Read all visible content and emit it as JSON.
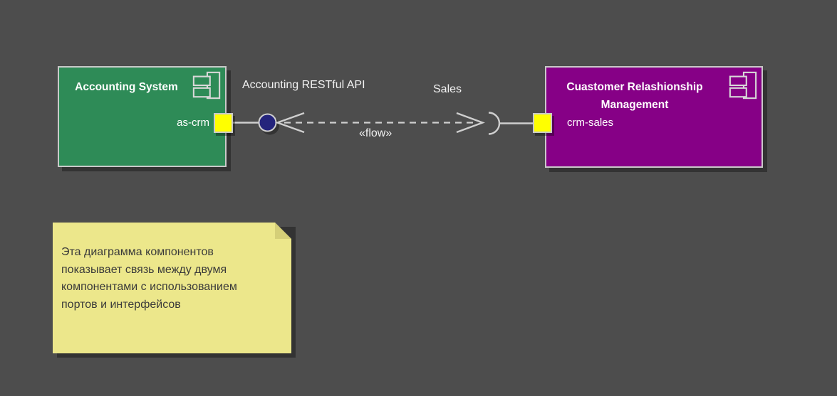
{
  "canvas": {
    "background": "#4d4d4d"
  },
  "components": {
    "accounting": {
      "title": "Accounting System",
      "fill": "#2E8B57",
      "port_label": "as-crm"
    },
    "crm": {
      "title": "Cuastomer Relashionship Management",
      "fill": "#860086",
      "port_label": "crm-sales"
    }
  },
  "connector": {
    "provided_interface_label": "Accounting RESTful API",
    "required_interface_label": "Sales",
    "stereotype": "«flow»",
    "ball_color": "#24247C",
    "port_color": "#FFFF00",
    "line_color": "#CFCFCF"
  },
  "note": {
    "fill": "#ECE78B",
    "lines": [
      "Эта диаграмма компонентов",
      "показывает связь между двумя",
      "компонентами с использованием",
      "портов и интерфейсов"
    ]
  }
}
